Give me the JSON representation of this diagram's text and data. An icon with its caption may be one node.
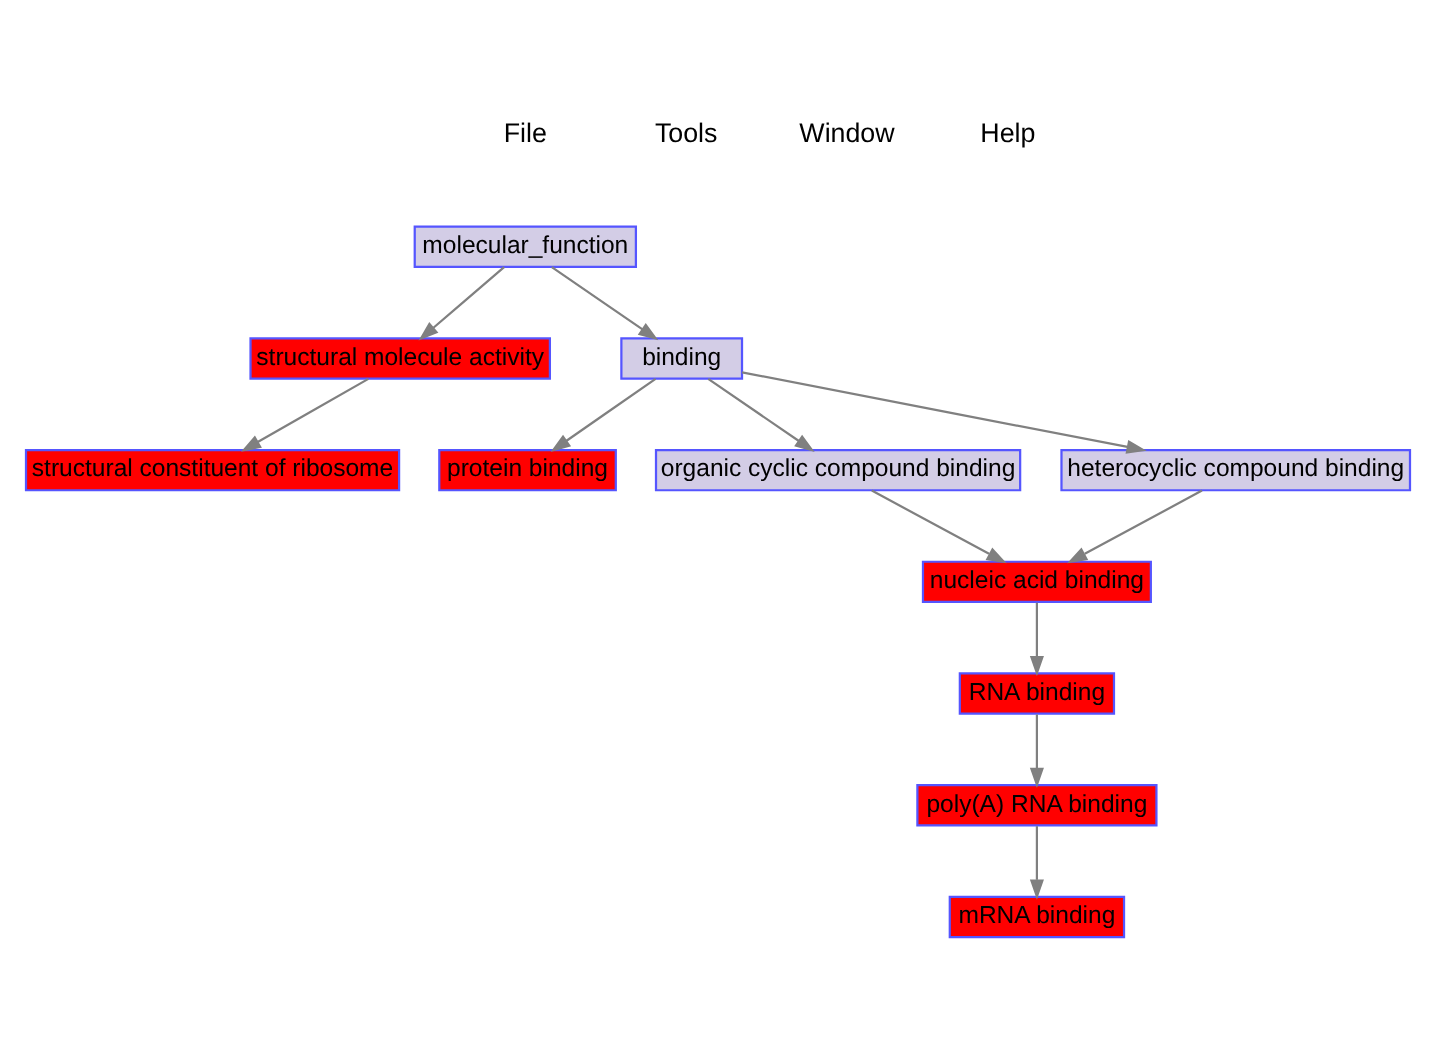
{
  "diagram": {
    "nodes": [
      {
        "text": [
          "molecular_function"
        ]
      },
      {
        "text": [
          "structural molecule activity"
        ]
      },
      {
        "text": [
          "binding"
        ]
      },
      {
        "text": [
          "structural constituent of ribosome"
        ]
      },
      {
        "text": [
          "protein binding"
        ]
      },
      {
        "text": [
          "organic cyclic compound binding"
        ]
      },
      {
        "text": [
          "heterocyclic compound binding"
        ]
      },
      {
        "text": [
          "nucleic acid binding"
        ]
      },
      {
        "text": [
          "RNA binding"
        ]
      },
      {
        "text": [
          "poly(A) RNA binding"
        ]
      },
      {
        "text": [
          "mRNA binding"
        ]
      }
    ],
    "edges": [
      {
        "from": 0,
        "to": 1,
        "arrow": "to"
      },
      {
        "from": 0,
        "to": 2,
        "arrow": "to"
      },
      {
        "from": 1,
        "to": 3,
        "arrow": "to"
      },
      {
        "from": 2,
        "to": 4,
        "arrow": "to"
      },
      {
        "from": 2,
        "to": 5,
        "arrow": "to"
      },
      {
        "from": 2,
        "to": 6,
        "arrow": "to"
      },
      {
        "from": 5,
        "to": 7,
        "arrow": "to"
      },
      {
        "from": 6,
        "to": 7,
        "arrow": "to"
      },
      {
        "from": 7,
        "to": 8,
        "arrow": "to"
      },
      {
        "from": 8,
        "to": 9,
        "arrow": "to"
      },
      {
        "from": 9,
        "to": 10,
        "arrow": "to"
      }
    ],
    "labels": [
      "File",
      "Tools",
      "Window",
      "Help"
    ]
  }
}
